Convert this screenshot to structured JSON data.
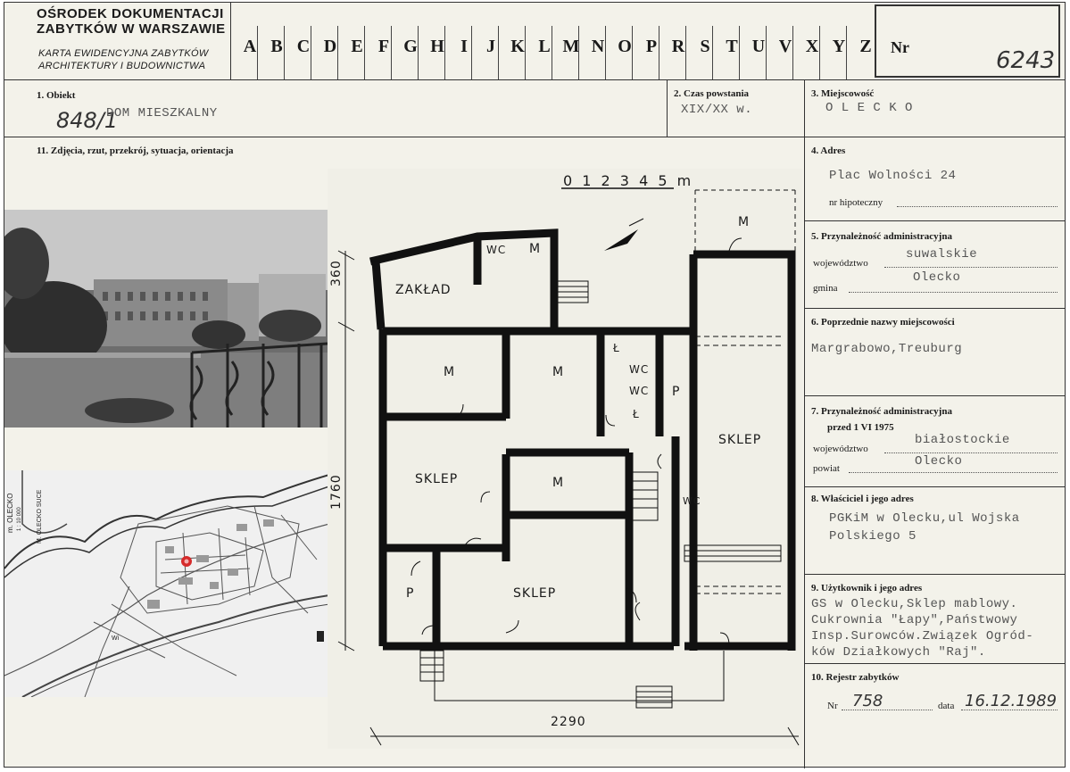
{
  "header": {
    "org_line1": "OŚRODEK DOKUMENTACJI",
    "org_line2": "ZABYTKÓW W WARSZAWIE",
    "card_line1": "KARTA EWIDENCYJNA ZABYTKÓW",
    "card_line2": "ARCHITEKTURY I BUDOWNICTWA",
    "letters": [
      "A",
      "B",
      "C",
      "D",
      "E",
      "F",
      "G",
      "H",
      "I",
      "J",
      "K",
      "L",
      "M",
      "N",
      "O",
      "P",
      "R",
      "S",
      "T",
      "U",
      "V",
      "X",
      "Y",
      "Z"
    ],
    "nr_label": "Nr",
    "nr_value": "6243"
  },
  "fields": {
    "obiekt_label": "1. Obiekt",
    "obiekt_handwritten": "848/1",
    "obiekt_value": "DOM MIESZKALNY",
    "czas_label": "2. Czas powstania",
    "czas_value": "XIX/XX w.",
    "miejsc_label": "3. Miejscowość",
    "miejsc_value": "O L E C K O",
    "zdjecia_label": "11. Zdjęcia, rzut, przekrój, sytuacja, orientacja",
    "adres_label": "4. Adres",
    "adres_value": "Plac Wolności 24",
    "hipoteczny_label": "nr hipoteczny",
    "przyn_label": "5. Przynależność administracyjna",
    "woj_label": "województwo",
    "woj_value": "suwalskie",
    "gmina_label": "gmina",
    "gmina_value": "Olecko",
    "poprz_label": "6. Poprzednie nazwy miejscowości",
    "poprz_value": "Margrabowo,Treuburg",
    "przyn2_label": "7. Przynależność administracyjna",
    "przed_label": "przed 1 VI 1975",
    "woj2_label": "województwo",
    "woj2_value": "białostockie",
    "powiat_label": "powiat",
    "powiat_value": "Olecko",
    "wlasc_label": "8. Właściciel i jego adres",
    "wlasc_line1": "PGKiM w Olecku,ul Wojska",
    "wlasc_line2": "Polskiego 5",
    "uzytk_label": "9. Użytkownik i jego adres",
    "uzytk_line1": "GS w Olecku,Sklep mablowy.",
    "uzytk_line2": "Cukrownia \"Łapy\",Państwowy",
    "uzytk_line3": "Insp.Surowców.Związek Ogród-",
    "uzytk_line4": "ków Działkowych \"Raj\".",
    "rejestr_label": "10. Rejestr zabytków",
    "nr_label": "Nr",
    "nr_value": "758",
    "data_label": "data",
    "data_value": "16.12.1989"
  },
  "map": {
    "vertical_label_1": "m. OLECKO",
    "vertical_label_2": "1 : 10 000",
    "vertical_label_3": "M. OLECKO SUCE",
    "label_wi": "Wi"
  },
  "floorplan": {
    "scale_label": "0 1 2 3 4 5 m",
    "dim_height_top": "360",
    "dim_height_main": "1760",
    "dim_width": "2290",
    "rooms": {
      "zaklad": "ZAKŁAD",
      "wc1": "WC",
      "m_top": "M",
      "m_court": "M",
      "m_left": "M",
      "m_mid": "M",
      "l1": "Ł",
      "wc2": "WC",
      "wc3": "WC",
      "l2": "Ł",
      "p_right": "P",
      "sklep_right": "SKLEP",
      "sklep_left": "SKLEP",
      "m_center": "M",
      "wc4": "WC",
      "p_low": "P",
      "sklep_bottom": "SKLEP"
    }
  }
}
